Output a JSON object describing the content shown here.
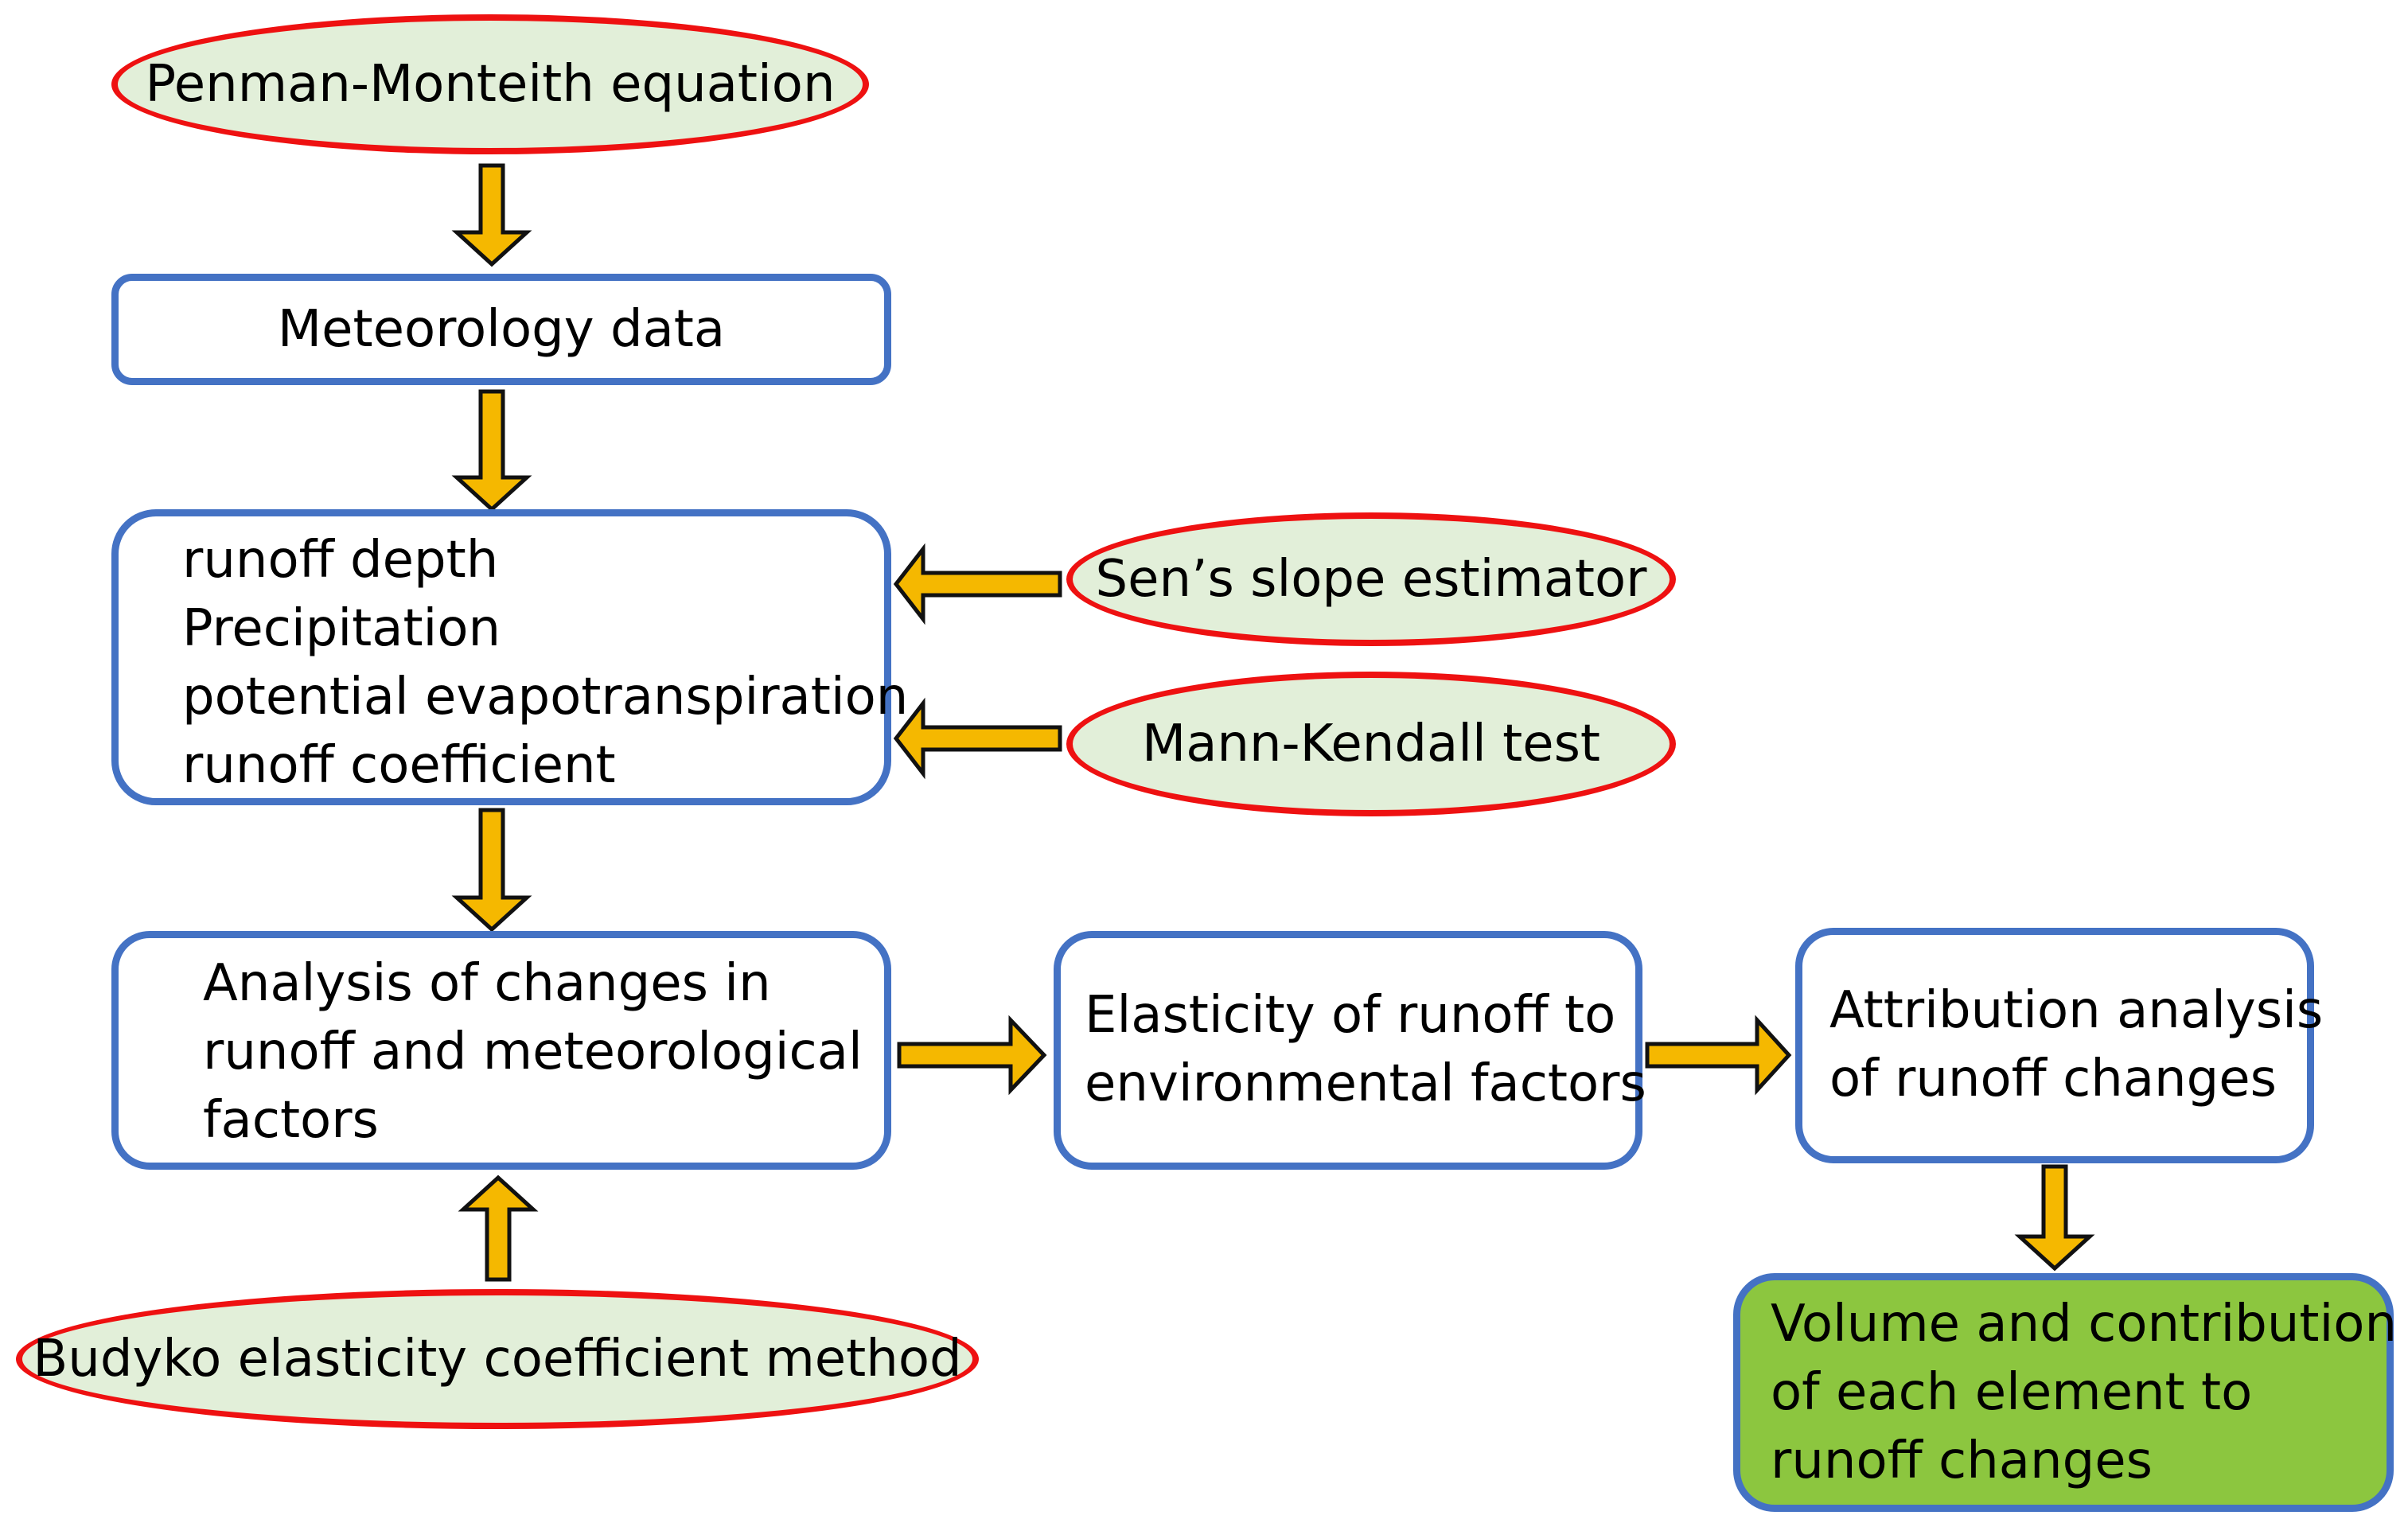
{
  "methods": {
    "penman_monteith": "Penman-Monteith equation",
    "sens_slope": "Sen’s slope estimator",
    "mann_kendall": "Mann-Kendall test",
    "budyko": "Budyko elasticity coefficient method"
  },
  "boxes": {
    "meteorology": "Meteorology data",
    "variables": [
      "runoff depth",
      "Precipitation",
      "potential evapotranspiration",
      "runoff coefficient"
    ],
    "analysis": [
      "Analysis of changes in",
      "runoff and meteorological",
      "factors"
    ],
    "elasticity": [
      "Elasticity of runoff to",
      "environmental factors"
    ],
    "attribution": [
      "Attribution analysis",
      "of runoff changes"
    ],
    "result": [
      "Volume and contribution",
      "of each element to",
      "runoff changes"
    ]
  },
  "colors": {
    "box_border": "#4472C4",
    "ellipse_border": "#EE1111",
    "ellipse_fill": "#E2EFD9",
    "arrow_fill": "#F5B800",
    "result_fill": "#8CC63F"
  }
}
